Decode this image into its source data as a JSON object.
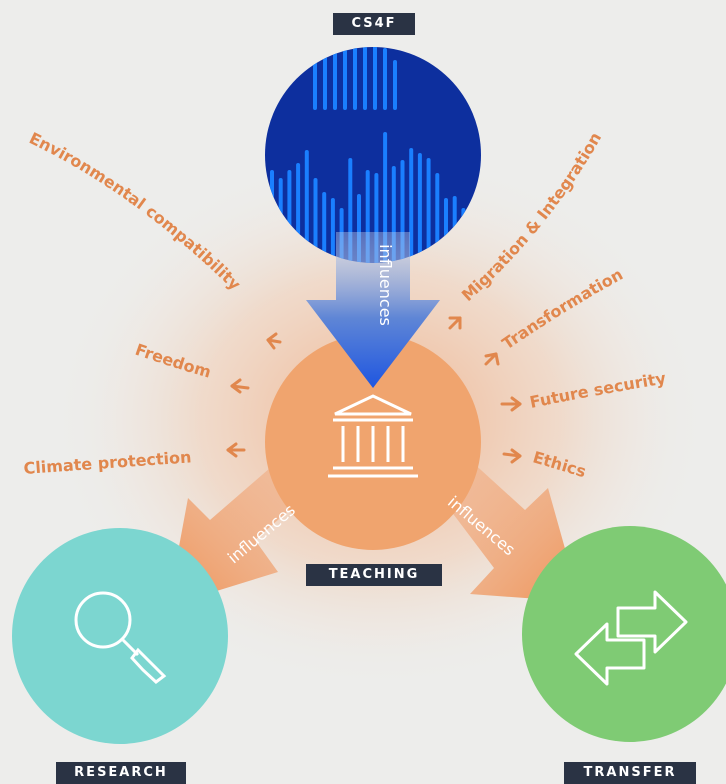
{
  "labels": {
    "cs4f": "CS4F",
    "teaching": "TEACHING",
    "research": "RESEARCH",
    "transfer": "TRANSFER"
  },
  "influences": {
    "top": "influences",
    "left": "influences",
    "right": "influences"
  },
  "topics_left": [
    "Environmental compatibility",
    "Freedom",
    "Climate protection"
  ],
  "topics_right": [
    "Migration & Integration",
    "Transformation",
    "Future security",
    "Ethics"
  ],
  "icons": {
    "teaching": "institution-building-icon",
    "research": "magnifier-icon",
    "transfer": "exchange-arrows-icon"
  },
  "colors": {
    "topic": "#e1874d",
    "teaching": "#f0a46e",
    "research": "#7cd6d0",
    "transfer": "#7fcb74",
    "cs4f": "#0d2f9e",
    "tag": "#2a3344"
  }
}
